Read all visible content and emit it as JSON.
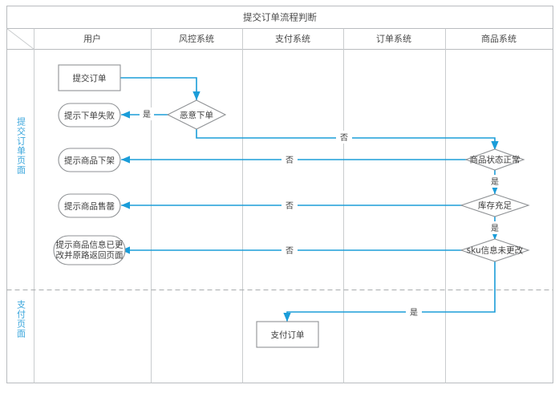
{
  "diagram": {
    "title": "提交订单流程判断",
    "type": "swimlane-flowchart",
    "accent_color": "#1b9dd9",
    "lane_label_color": "#3aa6dc",
    "border_color": "#b9bcbf",
    "node_border_color": "#8f9295",
    "columns": [
      {
        "key": "corner",
        "label": ""
      },
      {
        "key": "user",
        "label": "用户"
      },
      {
        "key": "risk",
        "label": "风控系统"
      },
      {
        "key": "pay",
        "label": "支付系统"
      },
      {
        "key": "order",
        "label": "订单系统"
      },
      {
        "key": "product",
        "label": "商品系统"
      }
    ],
    "lanes": [
      {
        "key": "submit-order-page",
        "label": "提交订单页面"
      },
      {
        "key": "payment-page",
        "label": "支付页面"
      }
    ],
    "nodes": [
      {
        "id": "submit-order",
        "shape": "rect",
        "label": "提交订单",
        "column": "user",
        "lane": "submit-order-page"
      },
      {
        "id": "malicious-order",
        "shape": "diamond",
        "label": "恶意下单",
        "column": "risk",
        "lane": "submit-order-page"
      },
      {
        "id": "tip-order-failed",
        "shape": "rounded",
        "label": "提示下单失败",
        "column": "user",
        "lane": "submit-order-page"
      },
      {
        "id": "product-status-normal",
        "shape": "diamond",
        "label": "商品状态正常",
        "column": "product",
        "lane": "submit-order-page"
      },
      {
        "id": "tip-product-offline",
        "shape": "rounded",
        "label": "提示商品下架",
        "column": "user",
        "lane": "submit-order-page"
      },
      {
        "id": "stock-enough",
        "shape": "diamond",
        "label": "库存充足",
        "column": "product",
        "lane": "submit-order-page"
      },
      {
        "id": "tip-product-soldout",
        "shape": "rounded",
        "label": "提示商品售罄",
        "column": "user",
        "lane": "submit-order-page"
      },
      {
        "id": "sku-unchanged",
        "shape": "diamond",
        "label": "sku信息未更改",
        "column": "product",
        "lane": "submit-order-page"
      },
      {
        "id": "tip-sku-changed",
        "shape": "rounded",
        "label": "提示商品信息已更改并原路返回页面",
        "label_line1": "提示商品信息已更",
        "label_line2": "改并原路返回页面",
        "column": "user",
        "lane": "submit-order-page"
      },
      {
        "id": "pay-order",
        "shape": "rect",
        "label": "支付订单",
        "column": "pay",
        "lane": "payment-page"
      }
    ],
    "edges": [
      {
        "id": "submit-to-malicious",
        "from": "submit-order",
        "to": "malicious-order",
        "label": ""
      },
      {
        "id": "malicious-yes-to-tip",
        "from": "malicious-order",
        "to": "tip-order-failed",
        "label": "是"
      },
      {
        "id": "malicious-no-to-product-status",
        "from": "malicious-order",
        "to": "product-status-normal",
        "label": "否"
      },
      {
        "id": "product-status-no-to-offline",
        "from": "product-status-normal",
        "to": "tip-product-offline",
        "label": "否"
      },
      {
        "id": "product-status-yes-to-stock",
        "from": "product-status-normal",
        "to": "stock-enough",
        "label": "是"
      },
      {
        "id": "stock-no-to-soldout",
        "from": "stock-enough",
        "to": "tip-product-soldout",
        "label": "否"
      },
      {
        "id": "stock-yes-to-sku",
        "from": "stock-enough",
        "to": "sku-unchanged",
        "label": "是"
      },
      {
        "id": "sku-no-to-tip-changed",
        "from": "sku-unchanged",
        "to": "tip-sku-changed",
        "label": "否"
      },
      {
        "id": "sku-yes-to-pay",
        "from": "sku-unchanged",
        "to": "pay-order",
        "label": "是"
      }
    ]
  }
}
